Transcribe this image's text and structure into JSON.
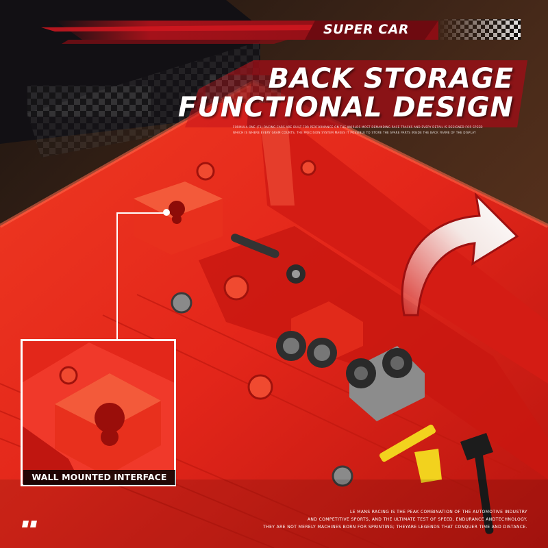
{
  "banner": {
    "label": "SUPER CAR"
  },
  "headline": {
    "line1": "BACK STORAGE",
    "line2": "FUNCTIONAL DESIGN"
  },
  "tiny_text": {
    "line1": "FORMULA ONE (F1) RACING CARS ARE BUILT FOR PERFORMANCE ON THE WORLDS MOST DEMANDING RACE TRACKS AND EVERY DETAIL IS DESIGNED FOR SPEED",
    "line2": "WHICH IS WHERE EVERY GRAM COUNTS, THE PRECISION SYSTEM MAKES IT POSSIBLE TO STORE THE SPARE PARTS INSIDE THE BACK FRAME OF THE DISPLAY"
  },
  "inset": {
    "label": "WALL MOUNTED INTERFACE"
  },
  "footer": {
    "line1": "LE MANS RACING IS THE PEAK COMBINATION OF THE AUTOMOTIVE INDUSTRY",
    "line2": "AND COMPETITIVE SPORTS, AND THE ULTIMATE TEST OF SPEED, ENDURANCE ANDTECHNOLOGY.",
    "line3": "THEY ARE NOT MERELY MACHINES BORN FOR SPRINTING; THEYARE LEGENDS THAT CONQUER TIME AND DISTANCE."
  },
  "colors": {
    "accent_red": "#c8151b",
    "plastic_red": "#e8281c",
    "dark": "#1a0d0b",
    "white": "#ffffff"
  },
  "icons": {
    "curved_arrow": "curved-arrow-icon",
    "checkered_flag": "checkered-flag-icon",
    "quote": "quote-mark-icon"
  }
}
